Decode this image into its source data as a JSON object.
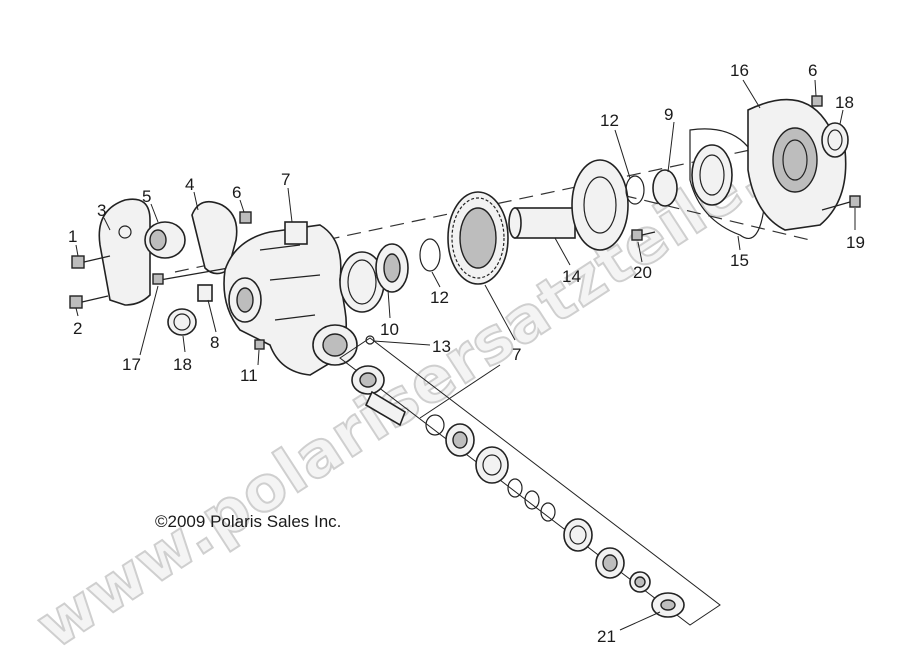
{
  "copyright": "©2009 Polaris Sales Inc.",
  "watermark": "www.polarisersatzteile.de",
  "callouts": [
    "1",
    "2",
    "3",
    "4",
    "5",
    "6",
    "7",
    "8",
    "17",
    "18",
    "11",
    "13",
    "10",
    "12",
    "7",
    "14",
    "20",
    "12",
    "9",
    "16",
    "6",
    "18",
    "15",
    "19",
    "21"
  ]
}
